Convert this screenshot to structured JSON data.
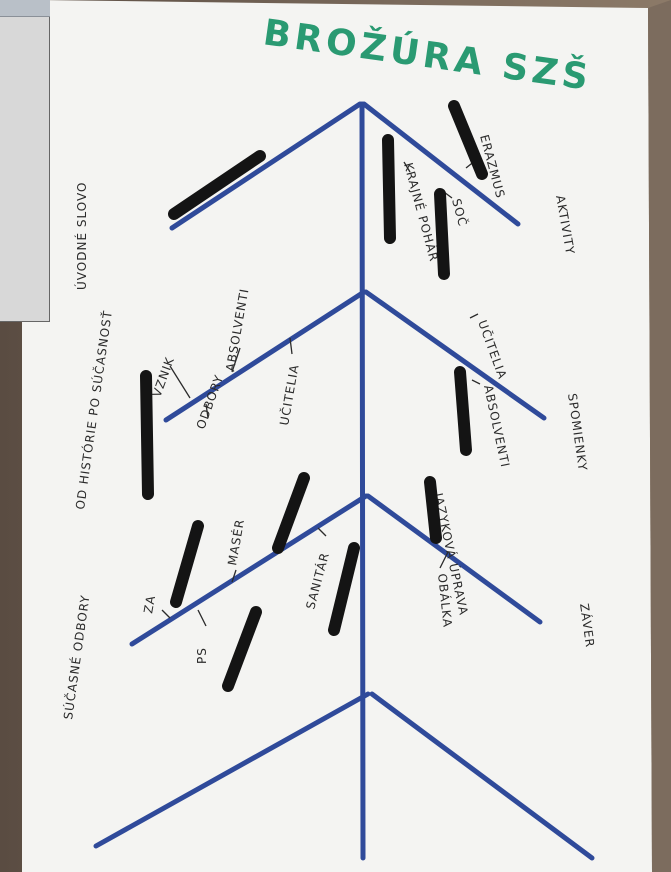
{
  "title": "BROŽÚRA SZŠ",
  "labels": {
    "uvodne_slovo": "ÚVODNÉ SLOVO",
    "erazmus": "ERAZMUS",
    "krajne_pohar": "KRAJNÉ POHÁR",
    "soc": "SOČ",
    "aktivity": "AKTIVITY",
    "vznik": "VZNIK",
    "absolventi_top": "ABSOLVENTI",
    "odbory_mid": "ODBORY",
    "ucitelia_mid": "UČITELIA",
    "od_historie": "OD HISTÓRIE PO SÚČASNOSŤ",
    "ucitelia_right": "UČITELIA",
    "absolventi_right": "ABSOLVENTI",
    "spomienky": "SPOMIENKY",
    "maser": "MASÉR",
    "za": "ZA",
    "ps": "PS",
    "sanitar": "SANITÁR",
    "sucasne_odbory": "SÚČASNÉ ODBORY",
    "jazykova_uprava": "JAZYKOVÁ ÚPRAVA",
    "obalka": "OBÁLKA",
    "zaver": "ZÁVER"
  },
  "colors": {
    "bones": "#2f4a9a",
    "title": "#2a9a72",
    "ink": "#2b2b2b",
    "redaction": "#141414"
  }
}
